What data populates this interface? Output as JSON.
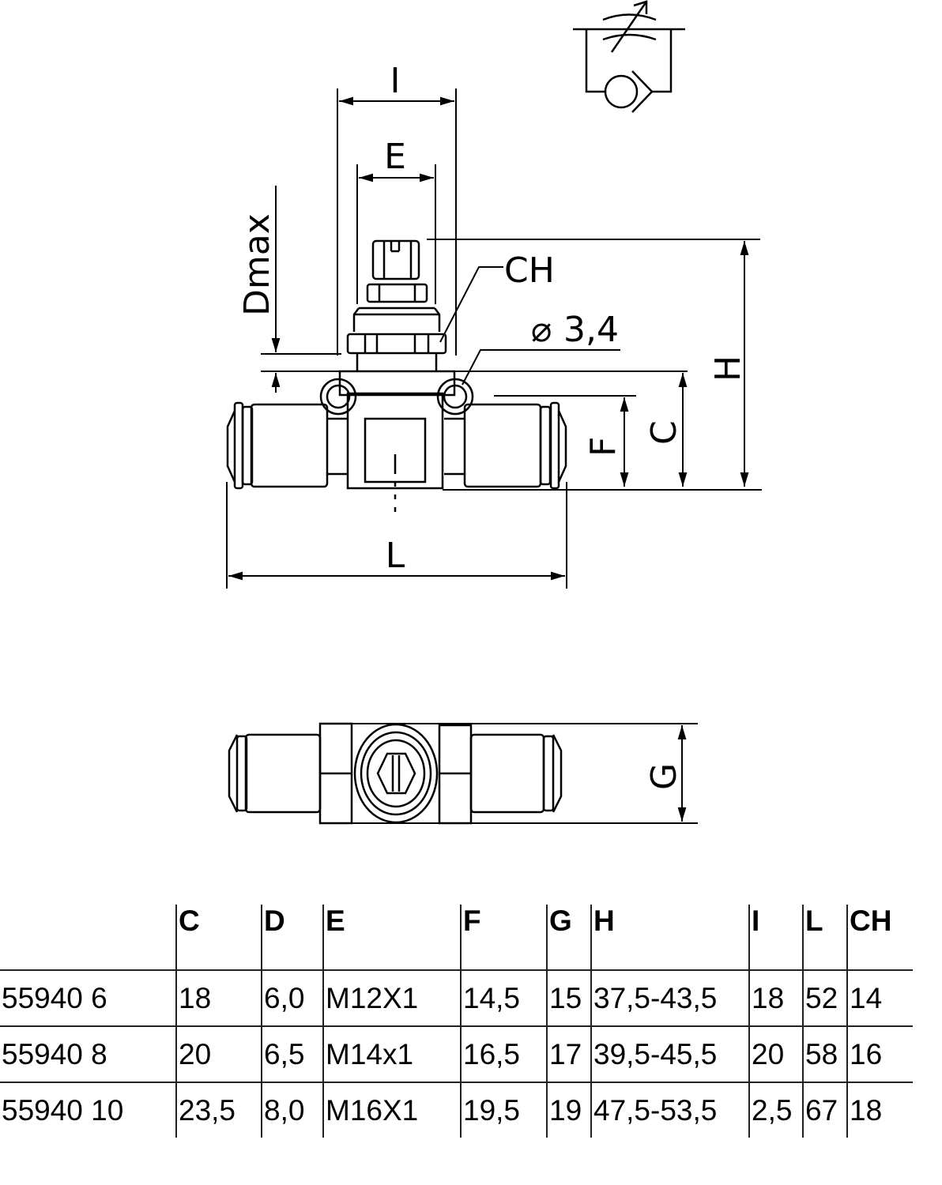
{
  "drawing": {
    "symbol": "flow-control-valve-with-check-symbol",
    "dimension_labels": {
      "I": "I",
      "E": "E",
      "Dmax": "Dmax",
      "CH": "CH",
      "hole": "3,4",
      "hole_prefix": "⌀",
      "H": "H",
      "C": "C",
      "F": "F",
      "L": "L",
      "G": "G"
    }
  },
  "table": {
    "headers": [
      "",
      "C",
      "D",
      "E",
      "F",
      "G",
      "H",
      "I",
      "L",
      "CH"
    ],
    "rows": [
      [
        "55940 6",
        "18",
        "6,0",
        "M12X1",
        "14,5",
        "15",
        "37,5-43,5",
        "18",
        "52",
        "14"
      ],
      [
        "55940 8",
        "20",
        "6,5",
        "M14x1",
        "16,5",
        "17",
        "39,5-45,5",
        "20",
        "58",
        "16"
      ],
      [
        "55940 10",
        "23,5",
        "8,0",
        "M16X1",
        "19,5",
        "19",
        "47,5-53,5",
        "2,5",
        "67",
        "18"
      ]
    ]
  }
}
